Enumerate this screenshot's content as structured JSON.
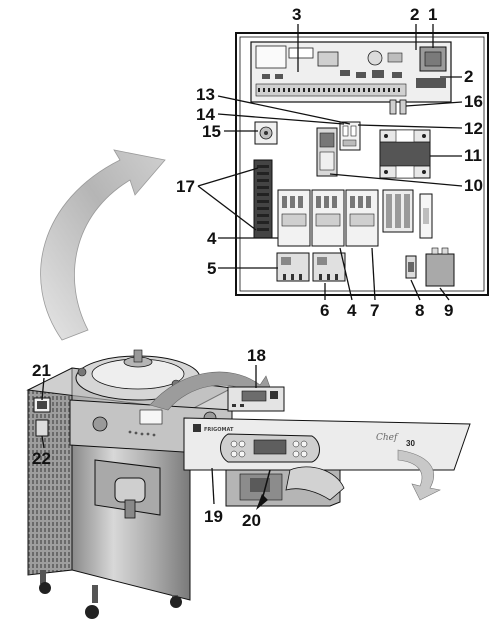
{
  "labels": {
    "l1": "1",
    "l2a": "2",
    "l2b": "2",
    "l3": "3",
    "l4a": "4",
    "l4b": "4",
    "l5": "5",
    "l6": "6",
    "l7": "7",
    "l8": "8",
    "l9": "9",
    "l10": "10",
    "l11": "11",
    "l12": "12",
    "l13": "13",
    "l14": "14",
    "l15": "15",
    "l16": "16",
    "l17": "17",
    "l18": "18",
    "l19": "19",
    "l20": "20",
    "l21": "21",
    "l22": "22"
  },
  "panel_text": {
    "brand": "FRIGOMAT",
    "model_script": "Chef",
    "model_number": "30"
  },
  "colors": {
    "outline": "#111111",
    "panel_gray": "#d9d9d9",
    "steel": "#b8b8b8",
    "steel_dark": "#7d7d7d",
    "arrow": "#bdbdbd"
  }
}
